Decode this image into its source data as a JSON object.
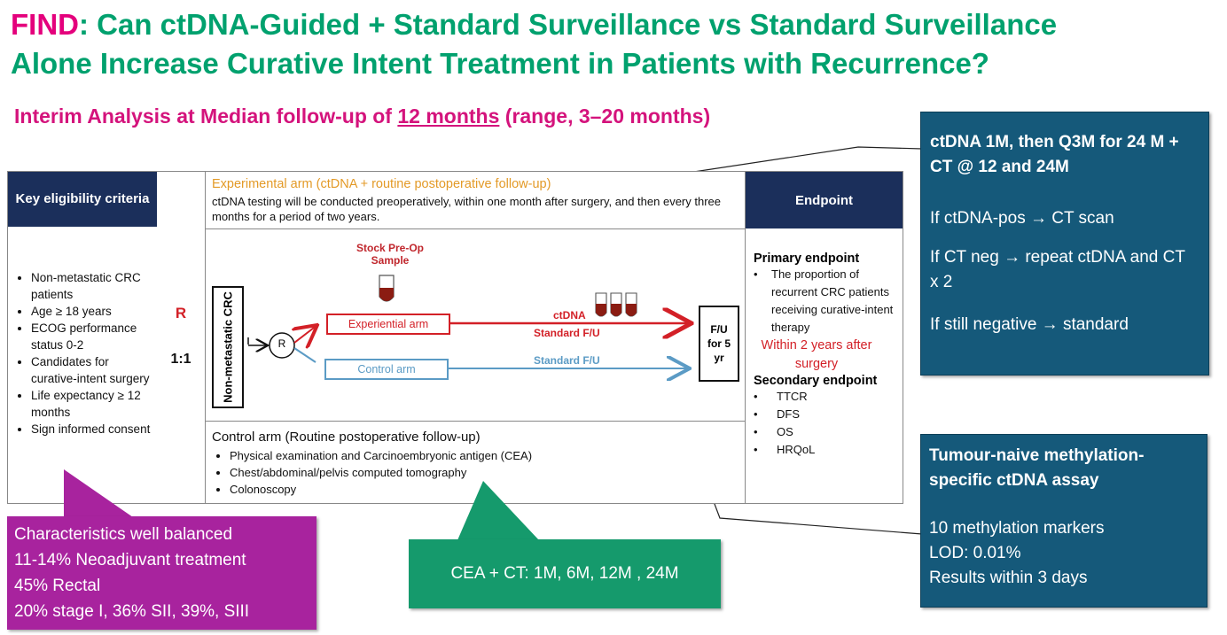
{
  "title": {
    "find": "FIND",
    "rest_line1": ": Can ctDNA-Guided + Standard Surveillance vs Standard Surveillance",
    "line2": "Alone Increase Curative Intent Treatment in Patients with Recurrence?"
  },
  "subtitle": {
    "pre": "Interim Analysis at Median follow-up of ",
    "underlined": "12 months",
    "post": " (range, 3–20 months)"
  },
  "eligibility": {
    "header": "Key eligibility criteria",
    "items": [
      "Non-metastatic CRC patients",
      "Age ≥ 18 years",
      "ECOG performance status 0-2",
      "Candidates for curative-intent surgery",
      "Life expectancy ≥ 12 months",
      "Sign informed consent"
    ]
  },
  "randomization": {
    "r": "R",
    "ratio": "1:1"
  },
  "experimental": {
    "title": "Experimental arm (ctDNA + routine postoperative follow-up)",
    "desc": "ctDNA testing will be conducted preoperatively, within one month after surgery, and then every three months for a period of two years."
  },
  "diagram": {
    "population": "Non-metastatic CRC",
    "r_circle": "R",
    "stock_label": "Stock Pre-Op Sample",
    "exp_arm": "Experiential arm",
    "ctdna": "ctDNA",
    "standard_fu_exp": "Standard F/U",
    "control_arm": "Control arm",
    "standard_fu_ctrl": "Standard F/U",
    "fu_box": "F/U for 5 yr"
  },
  "control": {
    "title": "Control arm (Routine postoperative follow-up)",
    "items": [
      "Physical examination and Carcinoembryonic antigen (CEA)",
      "Chest/abdominal/pelvis computed tomography",
      "Colonoscopy"
    ]
  },
  "endpoint": {
    "header": "Endpoint",
    "primary_title": "Primary endpoint",
    "primary_text": "The proportion of recurrent CRC patients receiving curative-intent therapy",
    "primary_red": "Within 2 years after surgery",
    "secondary_title": "Secondary endpoint",
    "secondary_items": [
      "TTCR",
      "DFS",
      "OS",
      "HRQoL"
    ]
  },
  "blue_top": {
    "heading": "ctDNA 1M, then Q3M for 24 M + CT @ 12 and 24M",
    "lines": [
      "If ctDNA-pos → CT scan",
      "If CT neg → repeat ctDNA and CT x 2",
      "If still negative → standard"
    ]
  },
  "blue_bottom": {
    "heading": "Tumour-naive methylation-specific ctDNA assay",
    "lines": [
      "10 methylation markers",
      "LOD: 0.01%",
      "Results within 3 days"
    ]
  },
  "purple": {
    "lines": [
      "Characteristics well balanced",
      "11-14% Neoadjuvant treatment",
      "45% Rectal",
      "20% stage I, 36% SII, 39%, SIII"
    ]
  },
  "green": {
    "text": "CEA + CT: 1M, 6M, 12M , 24M"
  },
  "colors": {
    "title_green": "#00a16e",
    "find_pink": "#e4007c",
    "navy": "#1b2f5b",
    "blue_box": "#15597a",
    "purple": "#a8239e",
    "green_box": "#159a6c",
    "exp_red": "#d32027",
    "ctrl_blue": "#5b9bc5",
    "orange": "#e39a27"
  }
}
